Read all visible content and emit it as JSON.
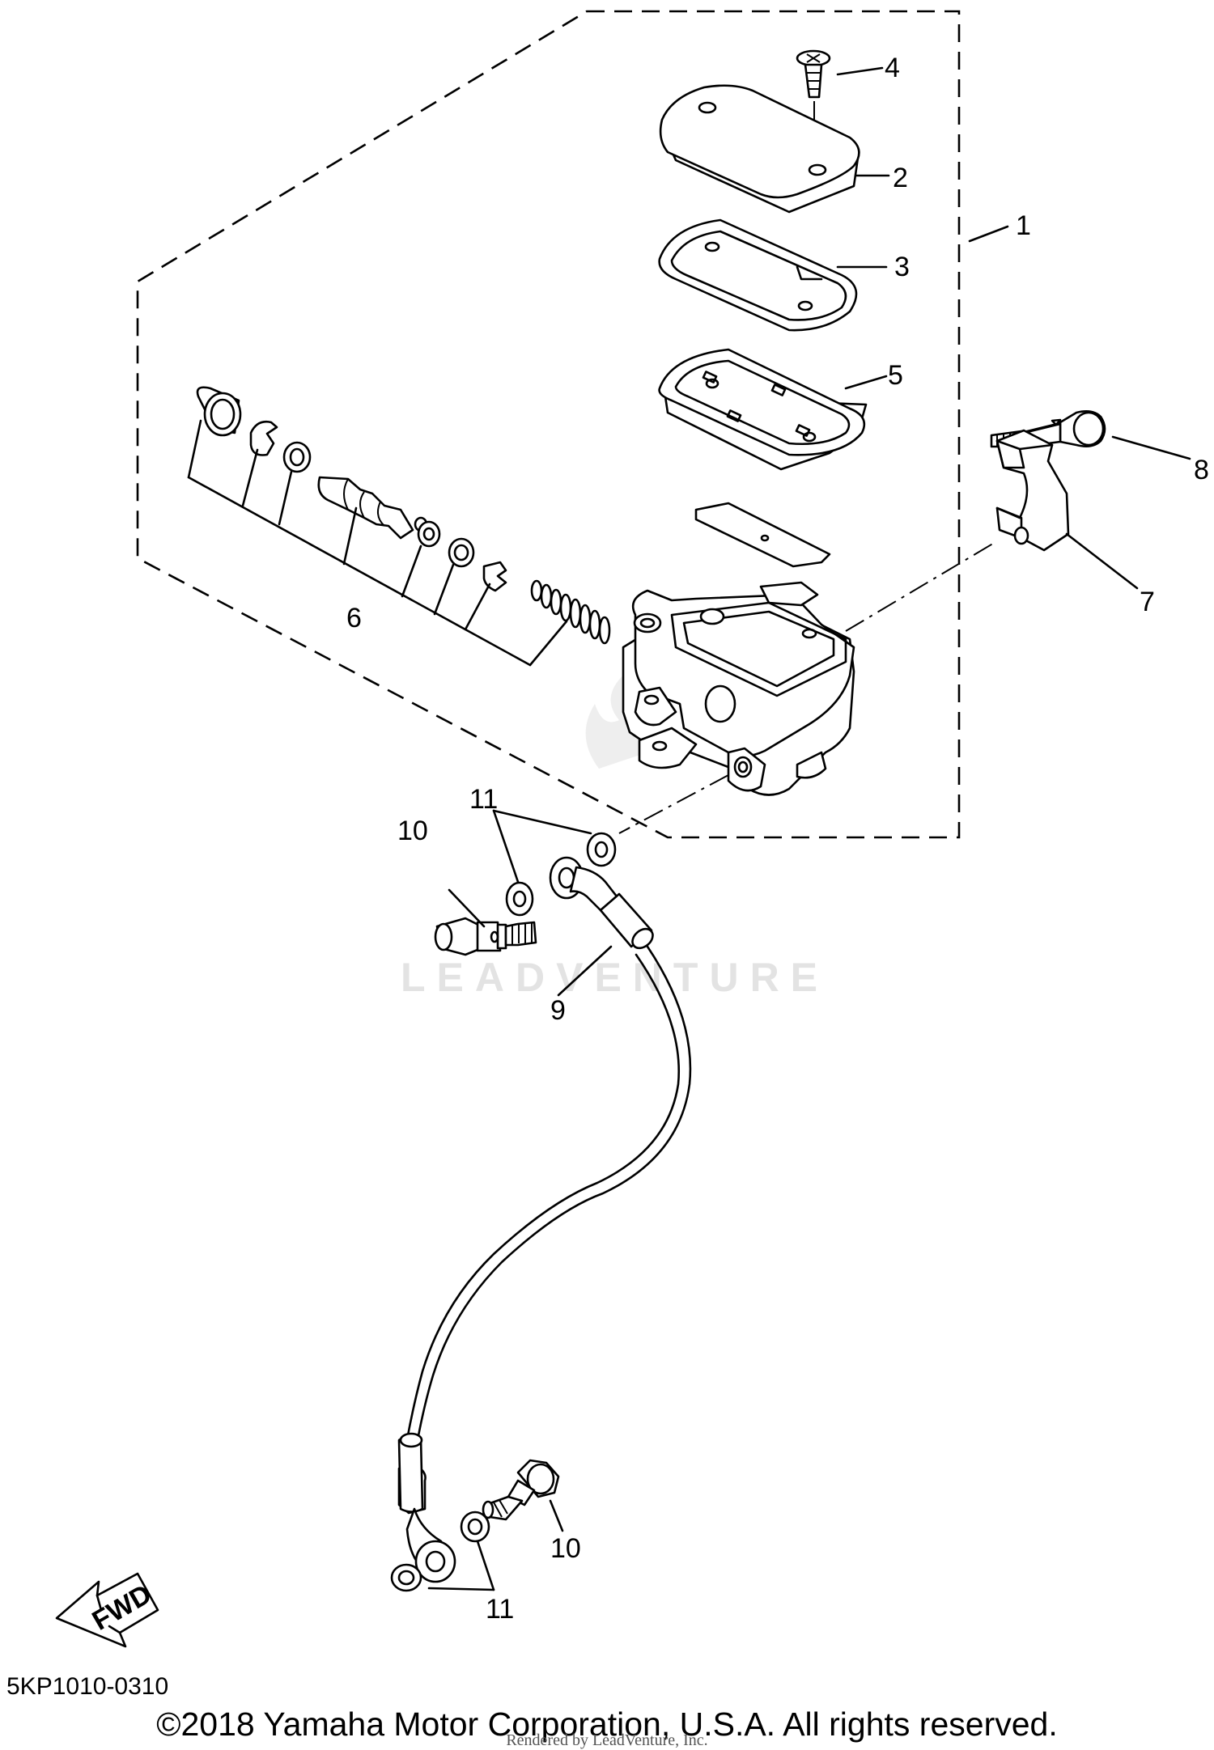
{
  "callouts": {
    "c1": "1",
    "c2": "2",
    "c3": "3",
    "c4": "4",
    "c5": "5",
    "c6": "6",
    "c7": "7",
    "c8": "8",
    "c9": "9",
    "c10a": "10",
    "c10b": "10",
    "c11a": "11",
    "c11b": "11"
  },
  "watermark": "LEADVENTURE",
  "fwd_label": "FWD",
  "diagram_code": "5KP1010-0310",
  "copyright": "©2018 Yamaha Motor Corporation, U.S.A. All rights reserved.",
  "rendered_by": "Rendered by LeadVenture, Inc."
}
